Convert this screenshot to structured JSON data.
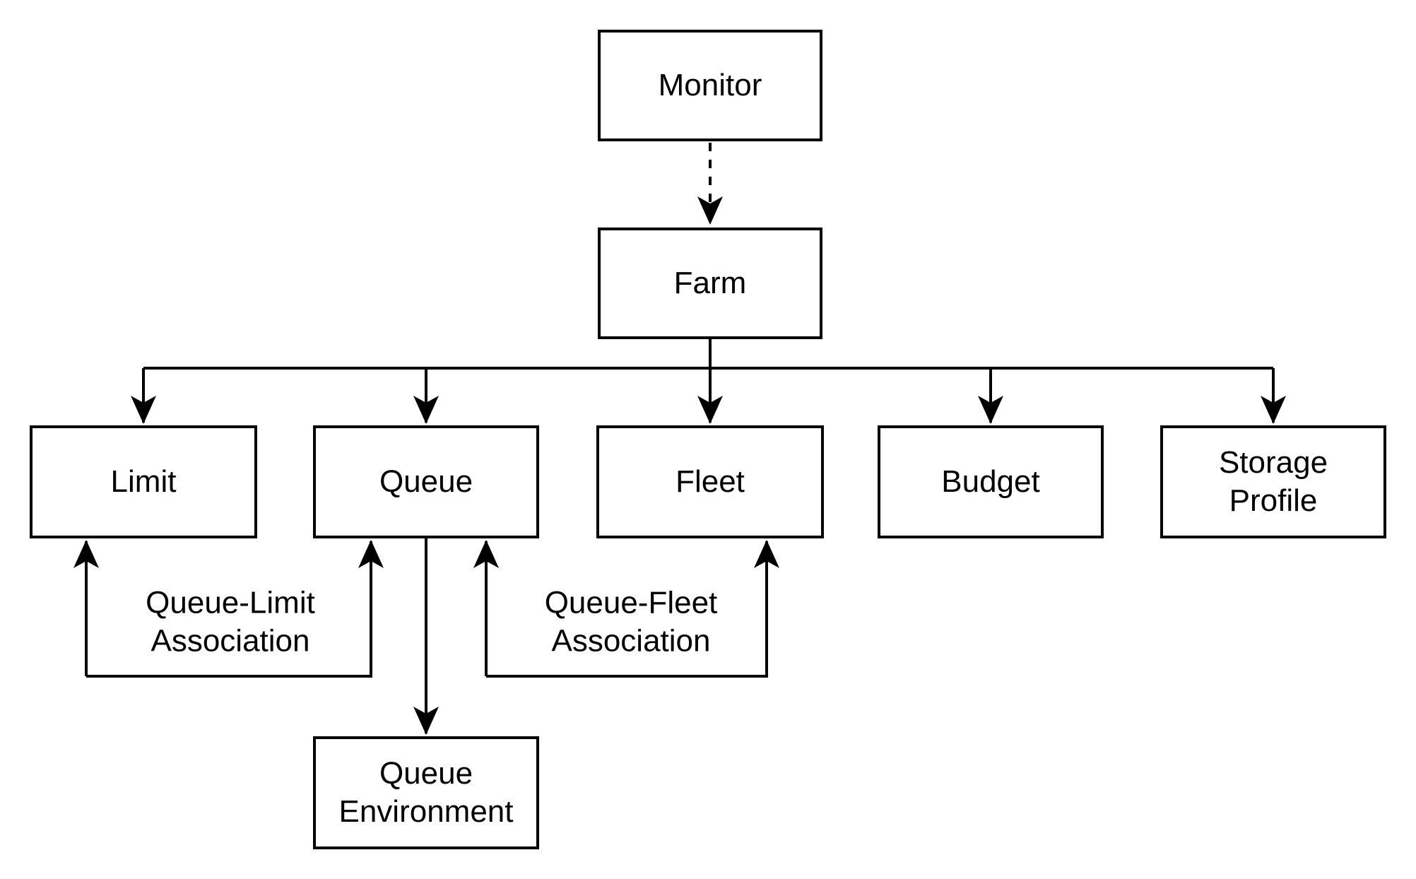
{
  "diagram": {
    "background_color": "#ffffff",
    "stroke_color": "#000000",
    "text_color": "#000000",
    "nodes": {
      "monitor": {
        "label": "Monitor"
      },
      "farm": {
        "label": "Farm"
      },
      "limit": {
        "label": "Limit"
      },
      "queue": {
        "label": "Queue"
      },
      "fleet": {
        "label": "Fleet"
      },
      "budget": {
        "label": "Budget"
      },
      "storage_profile": {
        "label": "Storage Profile"
      },
      "queue_environment": {
        "label": "Queue Environment"
      }
    },
    "edge_labels": {
      "queue_limit": "Queue-Limit Association",
      "queue_fleet": "Queue-Fleet Association"
    },
    "edges": {
      "monitor_to_farm": "dashed arrow",
      "farm_to_children": "solid arrows to Limit, Queue, Fleet, Budget, Storage Profile",
      "queue_limit_association": "solid arrows into Limit and Queue",
      "queue_fleet_association": "solid arrows into Queue and Fleet",
      "queue_to_queue_environment": "solid arrow"
    }
  }
}
